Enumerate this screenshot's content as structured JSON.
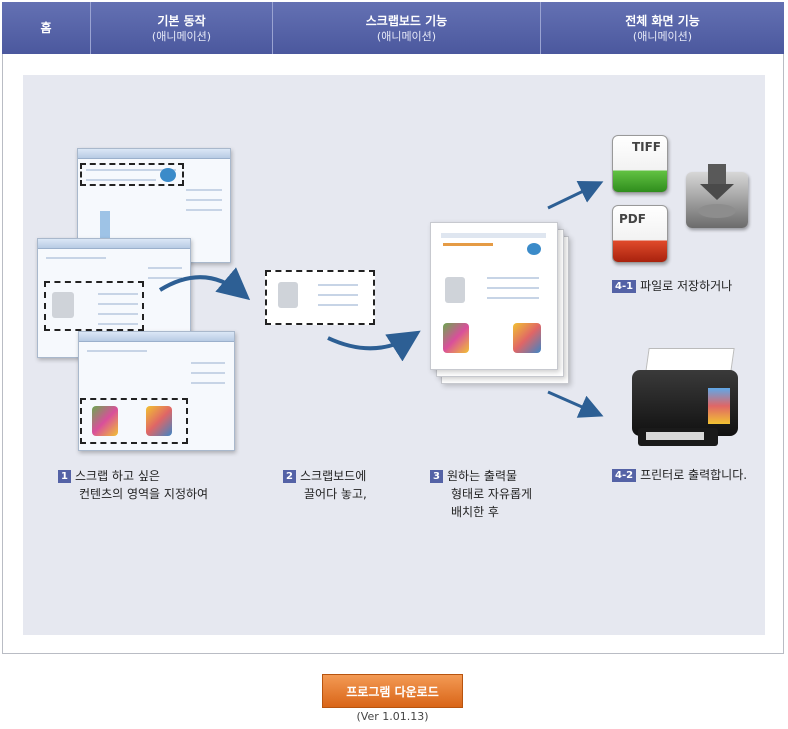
{
  "nav": {
    "home": "홈",
    "tabs": [
      {
        "title": "기본 동작",
        "sub": "(애니메이션)"
      },
      {
        "title": "스크랩보드 기능",
        "sub": "(애니메이션)"
      },
      {
        "title": "전체 화면 기능",
        "sub": "(애니메이션)"
      }
    ]
  },
  "steps": [
    {
      "num": "1",
      "line1": "스크랩 하고 싶은",
      "line2": "컨텐츠의 영역을 지정하여"
    },
    {
      "num": "2",
      "line1": "스크랩보드에",
      "line2": "끌어다 놓고,"
    },
    {
      "num": "3",
      "line1": "원하는 출력물",
      "line2": "형태로 자유롭게",
      "line3": "배치한 후"
    },
    {
      "num": "4-1",
      "line1": "파일로 저장하거나"
    },
    {
      "num": "4-2",
      "line1": "프린터로 출력합니다."
    }
  ],
  "icons": {
    "tiff": "TIFF",
    "pdf": "PDF"
  },
  "download": {
    "label": "프로그램 다운로드",
    "version": "(Ver 1.01.13)"
  }
}
